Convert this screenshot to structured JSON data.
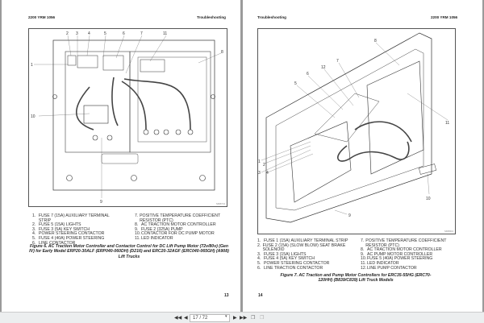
{
  "left_page": {
    "header_left": "2200 YRM 1056",
    "header_right": "Troubleshooting",
    "figure_id": "M08713",
    "callouts": [
      "1",
      "2",
      "3",
      "4",
      "5",
      "6",
      "7",
      "8",
      "9",
      "10",
      "11"
    ],
    "legend_col1": [
      {
        "n": "1.",
        "text": "FUSE 7 (15A) AUXILIARY TERMINAL STRIP"
      },
      {
        "n": "2.",
        "text": "FUSE 5 (15A) LIGHTS"
      },
      {
        "n": "3.",
        "text": "FUSE 3 (5A) KEY SWITCH"
      },
      {
        "n": "4.",
        "text": "POWER STEERING CONTACTOR"
      },
      {
        "n": "5.",
        "text": "FUSE 4 (40A) POWER STEERING"
      },
      {
        "n": "6.",
        "text": "LINE CONTACTOR"
      }
    ],
    "legend_col2": [
      {
        "n": "7.",
        "text": "POSITIVE TEMPERATURE COEFFICIENT RESISTOR (PTC)"
      },
      {
        "n": "8.",
        "text": "AC TRACTION MOTOR CONTROLLER"
      },
      {
        "n": "9.",
        "text": "FUSE 2 (325A) PUMP"
      },
      {
        "n": "10.",
        "text": "CONTACTOR FOR DC PUMP MOTOR"
      },
      {
        "n": "11.",
        "text": "LED INDICATOR"
      }
    ],
    "caption": "Figure 6. AC Traction Motor Controller and Contactor Control for DC Lift Pump Motor (72v/80v) (Gen IV) for Early Model ERP20-30ALF (ERP040-060DH) (D216) and ERC20-32AGF (ERC040-065GH) (A908) Lift Trucks",
    "page_number": "13"
  },
  "right_page": {
    "header_left": "Troubleshooting",
    "header_right": "2200 YRM 1056",
    "figure_id": "M08004",
    "callouts": [
      "1",
      "2",
      "3",
      "4",
      "5",
      "6",
      "7",
      "8",
      "9",
      "10",
      "11",
      "12"
    ],
    "legend_col1": [
      {
        "n": "1.",
        "text": "FUSE 1 (15A) AUXILIARY TERMINAL STRIP"
      },
      {
        "n": "2.",
        "text": "FUSE 2 (15A) (SLOW BLOW) SEAT BRAKE SOLENOID"
      },
      {
        "n": "3.",
        "text": "FUSE 3 (15A) LIGHTS"
      },
      {
        "n": "4.",
        "text": "FUSE 4 (5A) KEY SWITCH"
      },
      {
        "n": "5.",
        "text": "POWER STEERING CONTACTOR"
      },
      {
        "n": "6.",
        "text": "LINE TRACTION CONTACTOR"
      }
    ],
    "legend_col2": [
      {
        "n": "7.",
        "text": "POSITIVE TEMPERATURE COEFFICIENT RESISTOR (PTC)"
      },
      {
        "n": "8.",
        "text": "AC TRACTION MOTOR CONTROLLER"
      },
      {
        "n": "9.",
        "text": "AC PUMP MOTOR CONTROLLER"
      },
      {
        "n": "10.",
        "text": "FUSE 5 (40A) POWER STEERING"
      },
      {
        "n": "11.",
        "text": "LED INDICATOR"
      },
      {
        "n": "12.",
        "text": "LINE PUMP CONTACTOR"
      }
    ],
    "caption": "Figure 7. AC Traction and Pump Motor Controllers for ERC35-55HG (ERC70-120HH) (B839/C839) Lift Truck Models",
    "page_number": "14"
  },
  "toolbar": {
    "first_icon": "first-page-icon",
    "prev_icon": "prev-page-icon",
    "page_input": "17 / 72",
    "next_icon": "next-page-icon",
    "last_icon": "last-page-icon"
  }
}
